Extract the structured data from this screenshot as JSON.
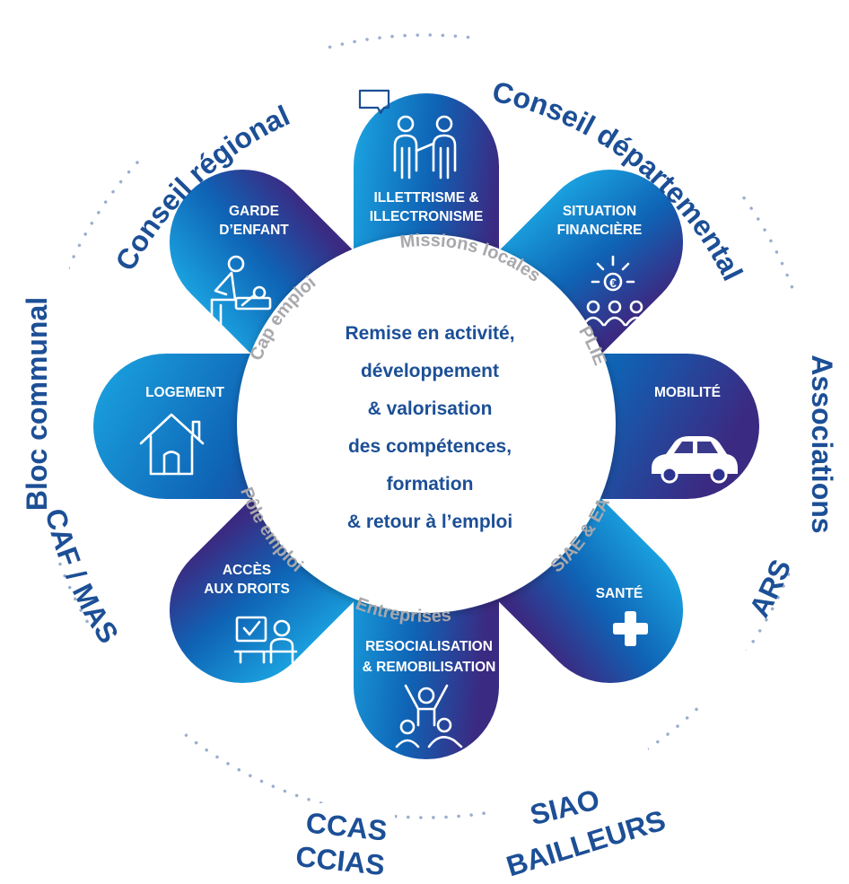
{
  "outer_partners": {
    "conseil_regional": "Conseil régional",
    "conseil_departemental": "Conseil départemental",
    "bloc_communal": "Bloc communal",
    "associations": "Associations",
    "caf_mas": "CAF / MAS",
    "ars": "ARS",
    "ccas": "CCAS",
    "ccias": "CCIAS",
    "siao": "SIAO",
    "bailleurs": "BAILLEURS"
  },
  "petals": {
    "illettrisme": {
      "line1": "ILLETTRISME &",
      "line2": "ILLECTRONISME",
      "icon": "two-people-icon"
    },
    "situation": {
      "line1": "SITUATION",
      "line2": "FINANCIÈRE",
      "icon": "euro-group-icon"
    },
    "mobilite": {
      "line1": "MOBILITÉ",
      "icon": "car-icon"
    },
    "sante": {
      "line1": "SANTÉ",
      "icon": "cross-icon"
    },
    "resocialisation": {
      "line1": "RESOCIALISATION",
      "line2": "& REMOBILISATION",
      "icon": "group-cheer-icon"
    },
    "acces": {
      "line1": "ACCÈS",
      "line2": "AUX DROITS",
      "icon": "desk-checklist-icon"
    },
    "logement": {
      "line1": "LOGEMENT",
      "icon": "house-icon"
    },
    "garde": {
      "line1": "GARDE",
      "line2": "D’ENFANT",
      "icon": "child-care-icon"
    }
  },
  "ring_labels": {
    "missions": "Missions locales",
    "plie": "PLIE",
    "siae": "SIAE & EA",
    "entreprises": "Entreprises",
    "pole": "Pôle emploi",
    "cap": "Cap emploi"
  },
  "center": {
    "line1": "Remise en activité,",
    "line2": "développement",
    "line3": "& valorisation",
    "line4": "des compétences,",
    "line5": "formation",
    "line6": "& retour à l’emploi"
  },
  "colors": {
    "petal_light": "#1aa0df",
    "petal_mid": "#0f63b5",
    "petal_dark": "#3b2c84",
    "text_blue": "#1c4f96",
    "ring_gray": "#a8a8ad",
    "dots": "#9aaecf"
  }
}
